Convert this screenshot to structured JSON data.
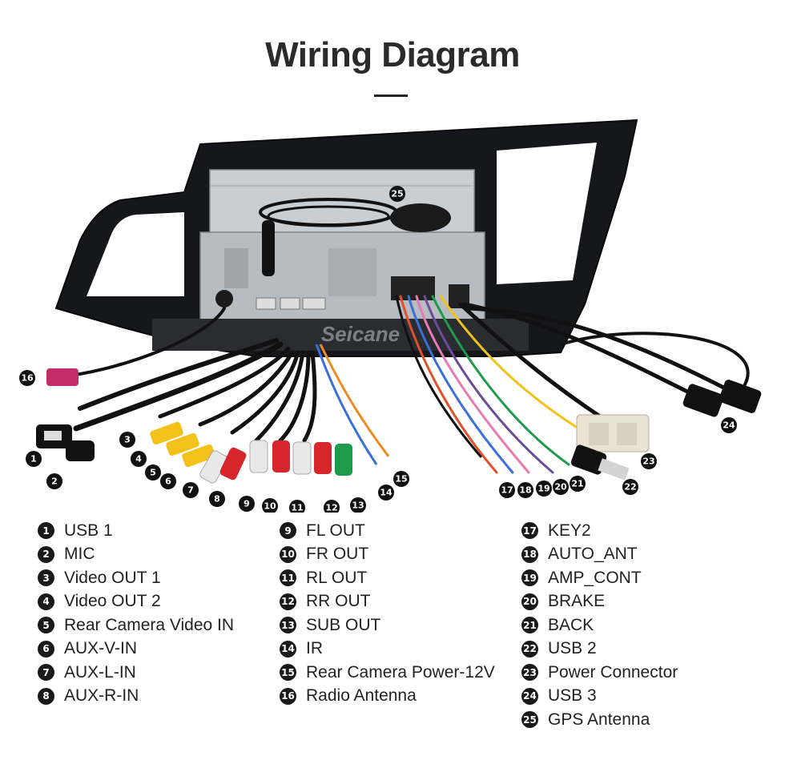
{
  "title": "Wiring Diagram",
  "brand_watermark": "Seicane",
  "legend": [
    [
      {
        "n": "1",
        "label": "USB 1"
      },
      {
        "n": "2",
        "label": "MIC"
      },
      {
        "n": "3",
        "label": "Video OUT 1"
      },
      {
        "n": "4",
        "label": "Video OUT 2"
      },
      {
        "n": "5",
        "label": "Rear Camera Video IN"
      },
      {
        "n": "6",
        "label": "AUX-V-IN"
      },
      {
        "n": "7",
        "label": "AUX-L-IN"
      },
      {
        "n": "8",
        "label": "AUX-R-IN"
      }
    ],
    [
      {
        "n": "9",
        "label": "FL OUT"
      },
      {
        "n": "10",
        "label": "FR OUT"
      },
      {
        "n": "11",
        "label": "RL OUT"
      },
      {
        "n": "12",
        "label": "RR OUT"
      },
      {
        "n": "13",
        "label": "SUB OUT"
      },
      {
        "n": "14",
        "label": "IR"
      },
      {
        "n": "15",
        "label": "Rear Camera Power-12V"
      },
      {
        "n": "16",
        "label": "Radio Antenna"
      }
    ],
    [
      {
        "n": "17",
        "label": "KEY2"
      },
      {
        "n": "18",
        "label": "AUTO_ANT"
      },
      {
        "n": "19",
        "label": "AMP_CONT"
      },
      {
        "n": "20",
        "label": "BRAKE"
      },
      {
        "n": "21",
        "label": "BACK"
      },
      {
        "n": "22",
        "label": "USB 2"
      },
      {
        "n": "23",
        "label": "Power Connector"
      },
      {
        "n": "24",
        "label": "USB 3"
      },
      {
        "n": "25",
        "label": "GPS Antenna"
      }
    ]
  ],
  "callouts": [
    "1",
    "2",
    "3",
    "4",
    "5",
    "6",
    "7",
    "8",
    "9",
    "10",
    "11",
    "12",
    "13",
    "14",
    "15",
    "16",
    "17",
    "18",
    "19",
    "20",
    "21",
    "22",
    "23",
    "24",
    "25"
  ]
}
